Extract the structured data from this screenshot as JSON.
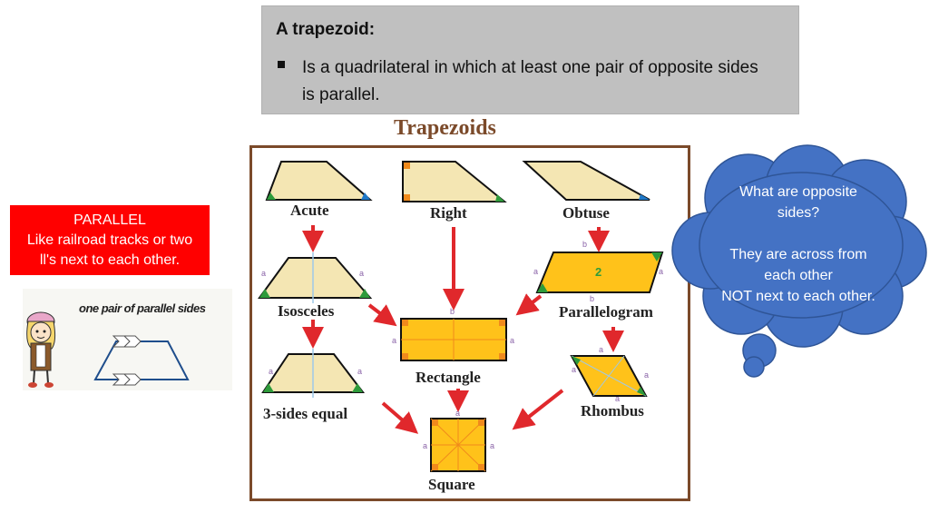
{
  "definition": {
    "title": "A trapezoid:",
    "bullet": "Is a quadrilateral in which at least one pair of opposite sides is parallel."
  },
  "parallel_note": {
    "line1": "PARALLEL",
    "line2": "Like railroad tracks or two",
    "line3": "ll's next to each other."
  },
  "illustration": {
    "caption": "one pair of parallel sides"
  },
  "diagram": {
    "title": "Trapezoids",
    "labels": {
      "acute": "Acute",
      "right": "Right",
      "obtuse": "Obtuse",
      "isosceles": "Isosceles",
      "parallelogram": "Parallelogram",
      "rectangle": "Rectangle",
      "three_sides": "3-sides equal",
      "rhombus": "Rhombus",
      "square": "Square"
    },
    "marks": {
      "a": "a",
      "b": "b",
      "two": "2"
    }
  },
  "cloud": {
    "line1": "What are opposite",
    "line2": "sides?",
    "line3": "They are across from",
    "line4": "each other",
    "line5": "NOT next to each other."
  },
  "colors": {
    "definition_bg": "#c0c0c0",
    "note_red": "#ff0000",
    "cloud_blue": "#4472c4",
    "frame_brown": "#7b4a2a",
    "shape_tan": "#f4e6b3",
    "shape_gold": "#ffc21a",
    "arrow_red": "#e0282c"
  }
}
